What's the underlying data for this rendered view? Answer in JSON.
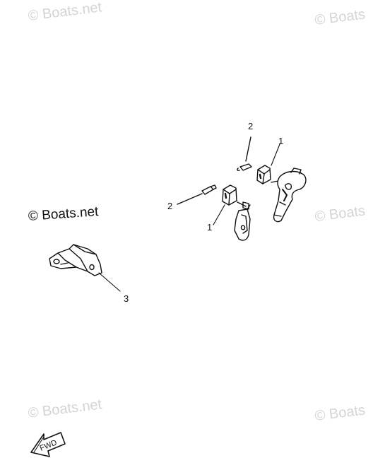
{
  "watermarks": {
    "top_left": "© Boats.net",
    "top_right": "© Boats",
    "middle_left": "© Boats.net",
    "middle_right": "© Boats",
    "bottom_left": "© Boats.net",
    "bottom_right": "© Boats"
  },
  "callouts": {
    "top_pin": "2",
    "top_block": "1",
    "left_pin": "2",
    "left_block": "1",
    "bracket": "3"
  },
  "direction_arrow": {
    "label": "FWD"
  },
  "colors": {
    "ink": "#111111",
    "watermark": "#d4d4d4",
    "background": "#ffffff"
  }
}
